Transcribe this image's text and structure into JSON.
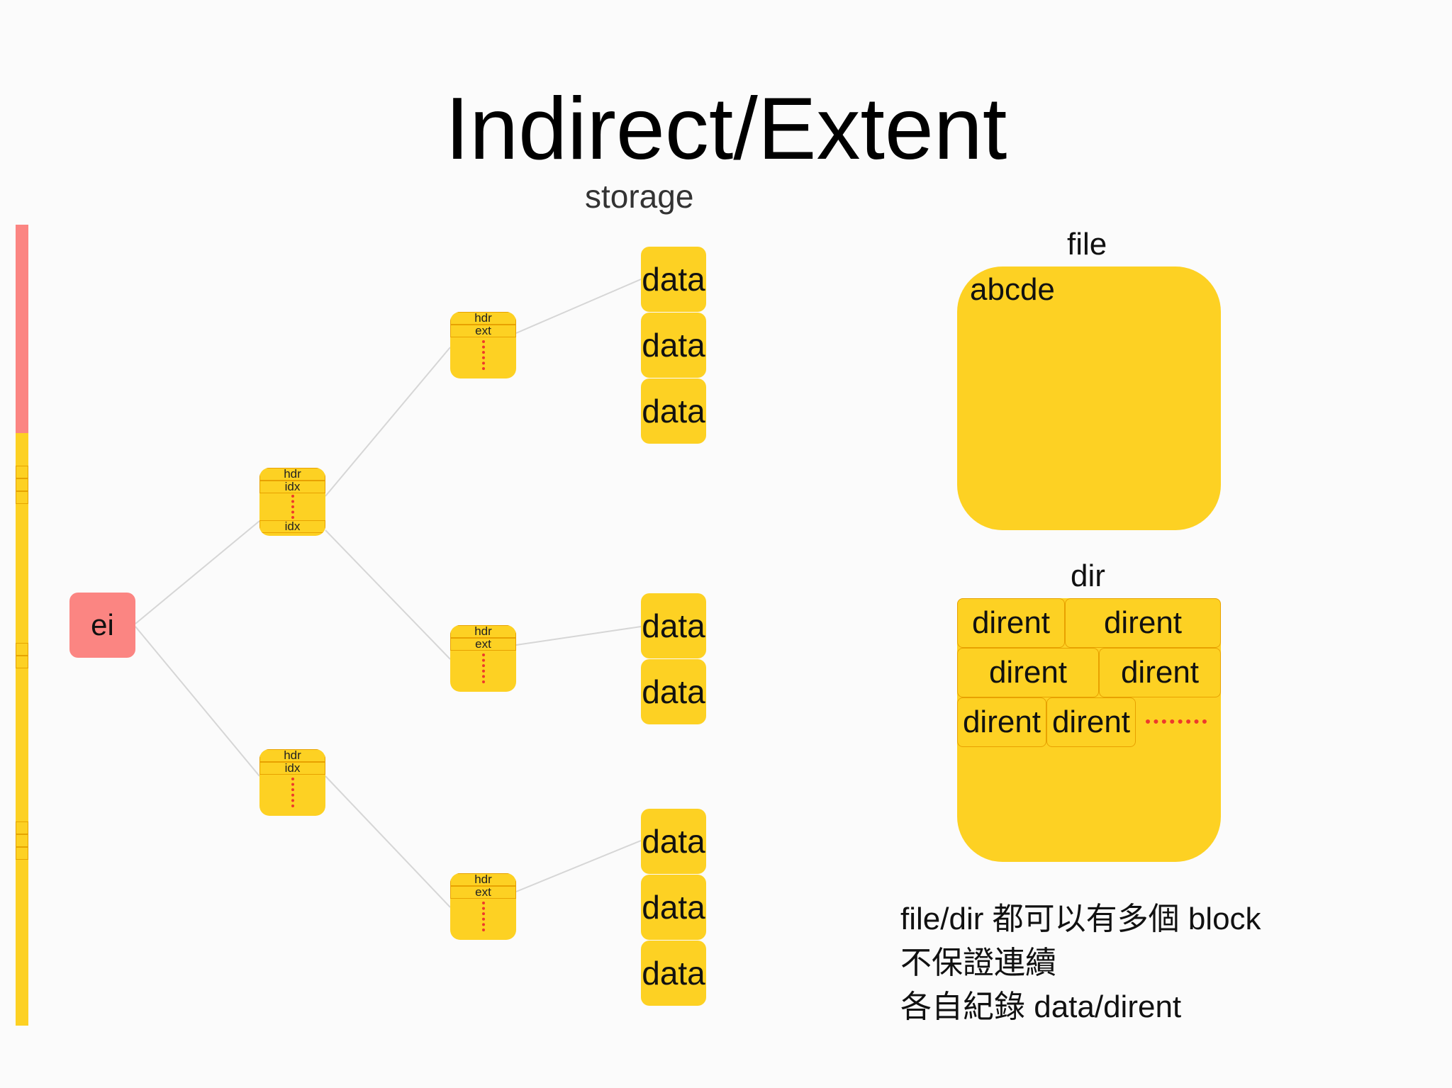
{
  "slide": {
    "title": "Indirect/Extent",
    "subtitle": "storage"
  },
  "colors": {
    "block_fill": "#fdd123",
    "inode_fill": "#fb8582",
    "row_border": "#e8a100",
    "continuation_dots": "#ee3a2b",
    "link_line": "#d6d6d6"
  },
  "storage_bar": {
    "used_fraction": 0.26
  },
  "tree": {
    "root": {
      "label": "ei"
    },
    "index_block_1": {
      "rows": [
        "hdr",
        "idx",
        "idx"
      ]
    },
    "index_block_2": {
      "rows": [
        "hdr",
        "idx"
      ]
    },
    "extent_block_1": {
      "rows": [
        "hdr",
        "ext"
      ]
    },
    "extent_block_2": {
      "rows": [
        "hdr",
        "ext"
      ]
    },
    "extent_block_3": {
      "rows": [
        "hdr",
        "ext"
      ]
    },
    "data_blocks": [
      "data",
      "data",
      "data",
      "data",
      "data",
      "data",
      "data",
      "data"
    ]
  },
  "file": {
    "caption": "file",
    "content": "abcde"
  },
  "dir": {
    "caption": "dir",
    "dirents": [
      "dirent",
      "dirent",
      "dirent",
      "dirent",
      "dirent",
      "dirent"
    ]
  },
  "notes": [
    "file/dir 都可以有多個 block",
    "不保證連續",
    "各自紀錄 data/dirent"
  ]
}
